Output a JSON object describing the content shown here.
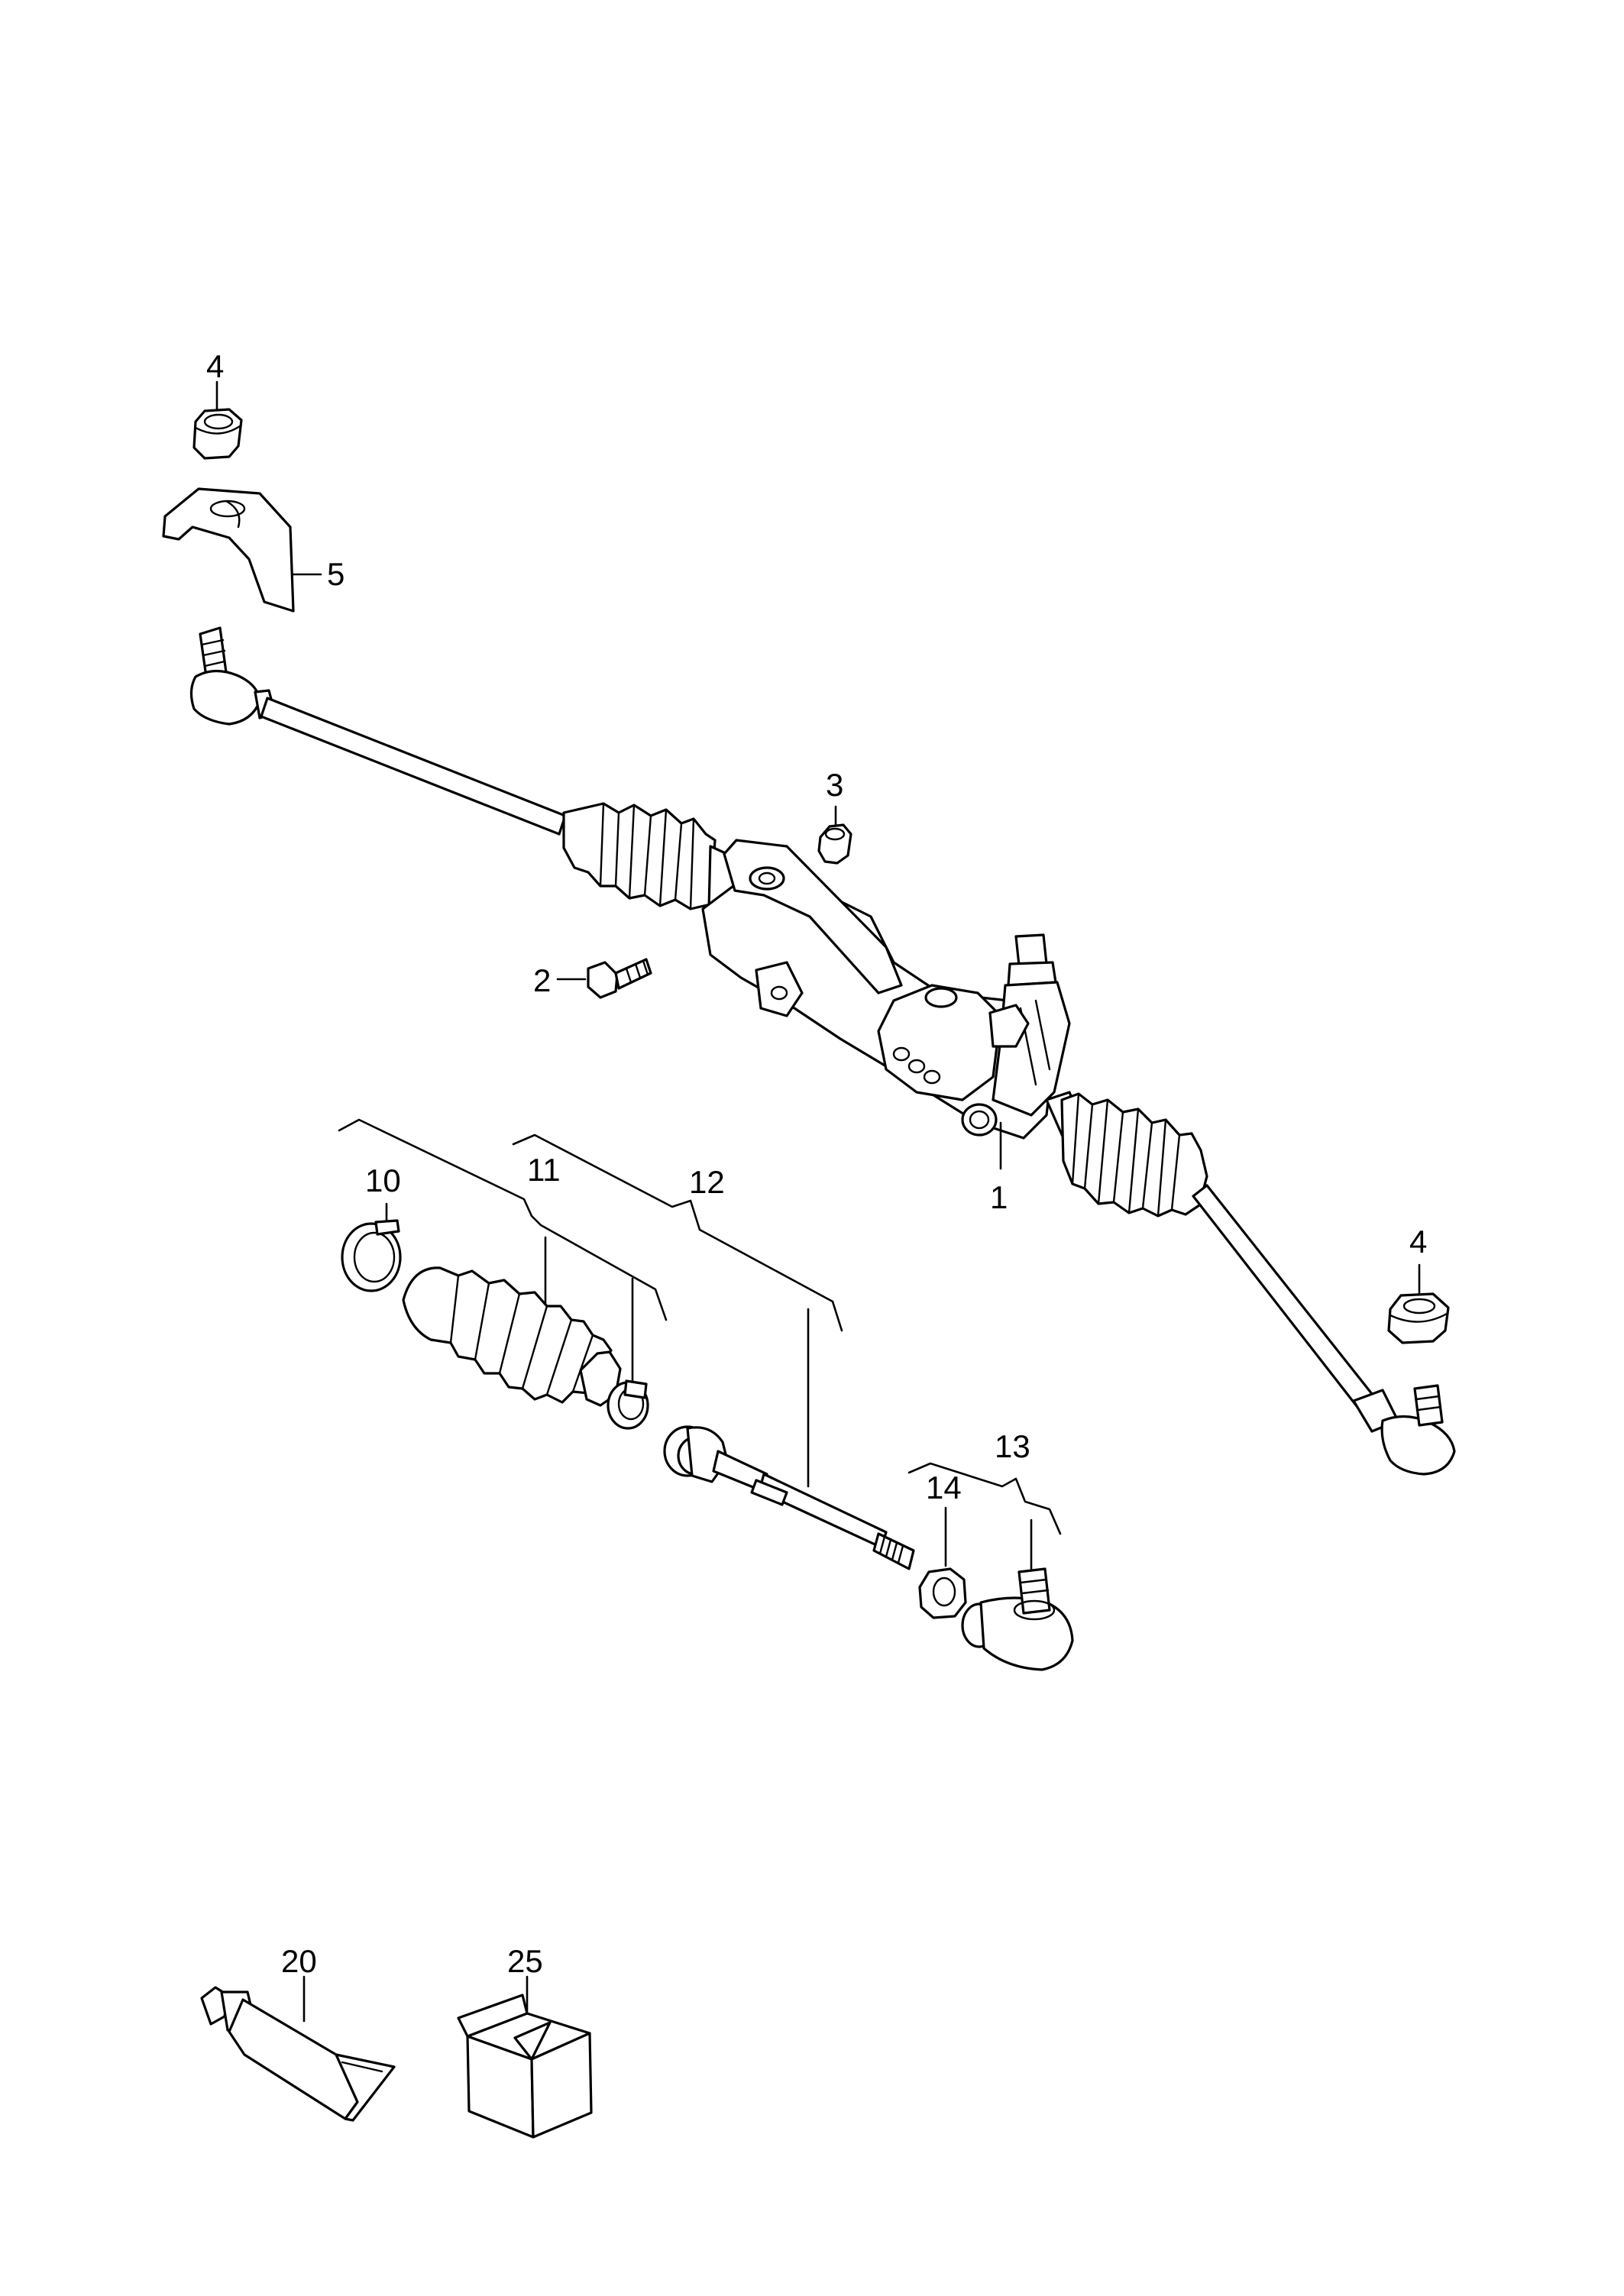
{
  "callouts": {
    "c1": "1",
    "c2": "2",
    "c3": "3",
    "c4_top": "4",
    "c4_right": "4",
    "c5": "5",
    "c10": "10",
    "c11": "11",
    "c12": "12",
    "c13": "13",
    "c14": "14",
    "c20": "20",
    "c25": "25"
  }
}
